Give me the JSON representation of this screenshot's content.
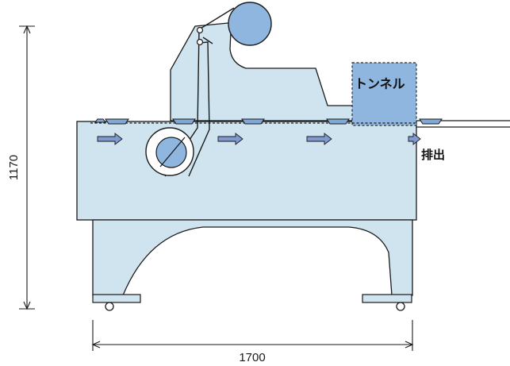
{
  "labels": {
    "tunnel": "トンネル",
    "discharge": "排出"
  },
  "dimensions": {
    "height": "1170",
    "width": "1700"
  },
  "colors": {
    "machine_fill": "#cfe4ef",
    "machine_stroke": "#1a1a1a",
    "tunnel_fill": "#8fb6df",
    "tray_fill": "#7fa8d6",
    "arrow_fill": "#7e9ad1"
  }
}
